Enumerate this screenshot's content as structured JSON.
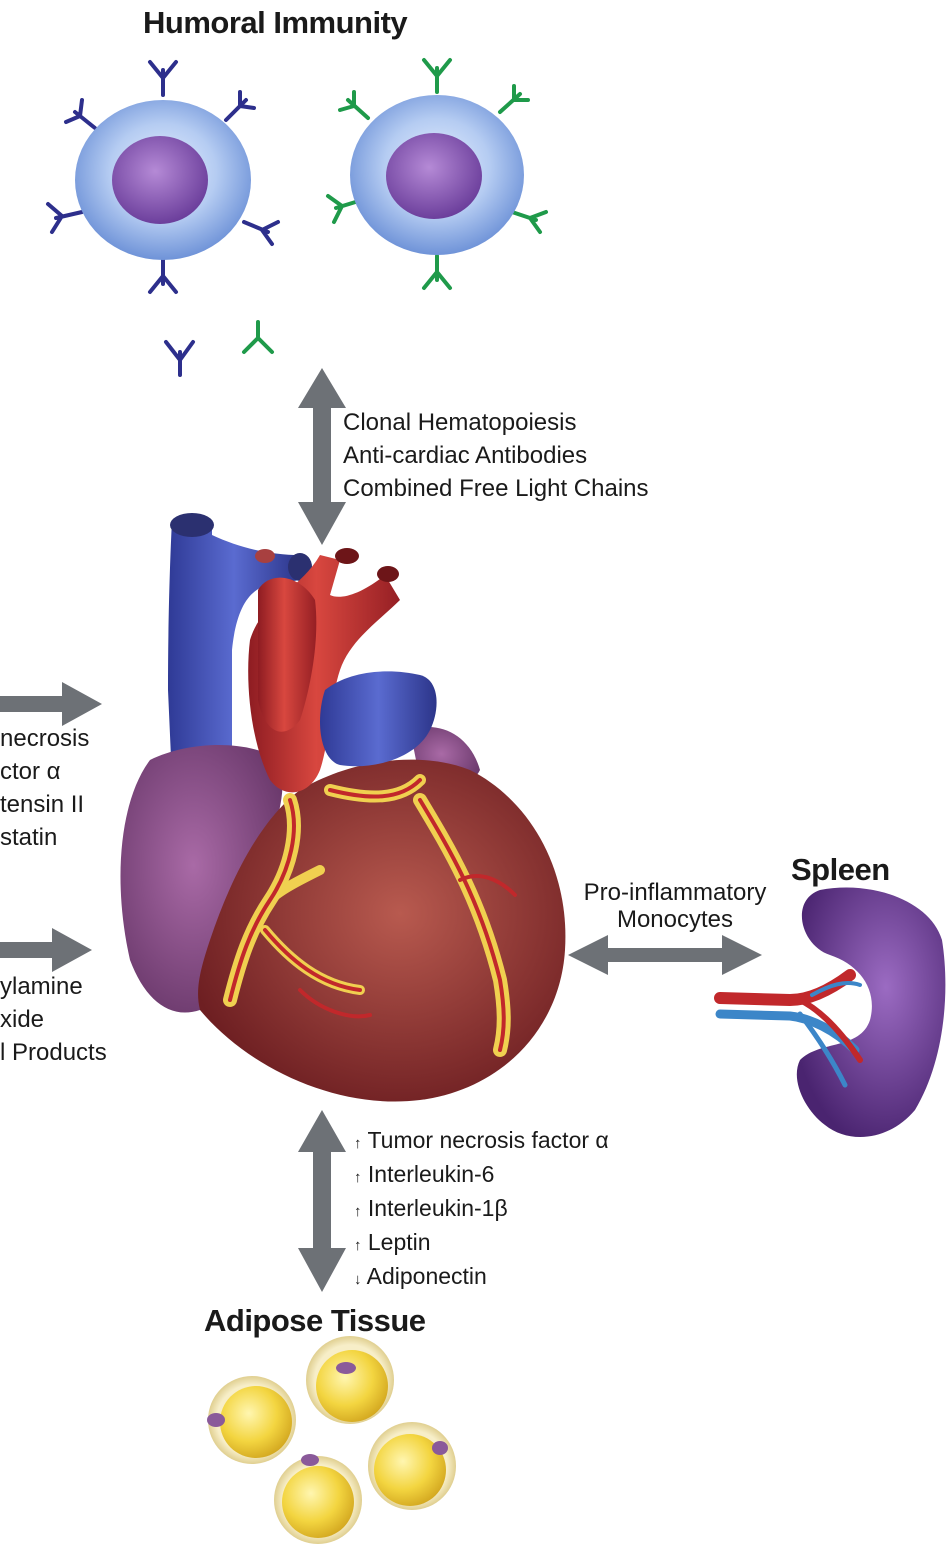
{
  "titles": {
    "humoral_immunity": "Humoral Immunity",
    "spleen": "Spleen",
    "adipose_tissue": "Adipose Tissue"
  },
  "humoral_labels": [
    "Clonal Hematopoiesis",
    "Anti-cardiac Antibodies",
    "Combined Free Light Chains"
  ],
  "spleen_labels": [
    "Pro-inflammatory",
    "Monocytes"
  ],
  "adipose_labels": [
    {
      "arrow": "↑",
      "text": "Tumor necrosis factor α"
    },
    {
      "arrow": "↑",
      "text": "Interleukin-6"
    },
    {
      "arrow": "↑",
      "text": "Interleukin-1β"
    },
    {
      "arrow": "↑",
      "text": "Leptin"
    },
    {
      "arrow": "↓",
      "text": "Adiponectin"
    }
  ],
  "left_upper_labels": [
    "necrosis",
    "ctor α",
    "tensin II",
    "statin"
  ],
  "left_lower_labels": [
    "ylamine",
    "xide",
    "l Products"
  ],
  "colors": {
    "arrow": "#6d7176",
    "antibody_blue": "#2d2f8c",
    "antibody_green": "#1f9a4a",
    "cell_membrane": "#a9c5ee",
    "cell_nucleus": "#8a63b4",
    "heart_red": "#b2282e",
    "heart_blue": "#3f4fb3",
    "heart_purple": "#8a4f8a",
    "myocardium": "#9a3a38",
    "coronary_fat": "#f0d050",
    "spleen_purple": "#6a3d8e",
    "adipocyte_yellow": "#f4d640"
  }
}
